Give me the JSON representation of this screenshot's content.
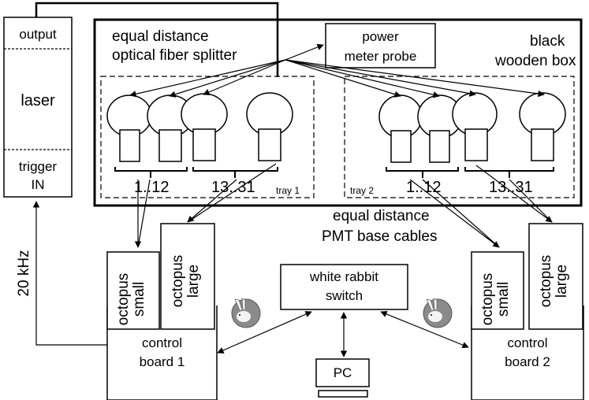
{
  "laser": {
    "output": "output",
    "name": "laser",
    "trigger_line1": "trigger",
    "trigger_line2": "IN"
  },
  "box": {
    "label_line1": "black",
    "label_line2": "wooden box",
    "splitter_line1": "equal distance",
    "splitter_line2": "optical fiber splitter",
    "power_meter_line1": "power",
    "power_meter_line2": "meter probe"
  },
  "trays": [
    {
      "name": "tray 1",
      "group_small": "1..12",
      "group_large": "13..31"
    },
    {
      "name": "tray 2",
      "group_small": "1..12",
      "group_large": "13..31"
    }
  ],
  "cables": {
    "line1": "equal distance",
    "line2": "PMT base cables"
  },
  "frequency": "20 kHz",
  "boards": [
    {
      "octopus_small_line1": "octopus",
      "octopus_small_line2": "small",
      "octopus_large_line1": "octopus",
      "octopus_large_line2": "large",
      "name_line1": "control",
      "name_line2": "board 1"
    },
    {
      "octopus_small_line1": "octopus",
      "octopus_small_line2": "small",
      "octopus_large_line1": "octopus",
      "octopus_large_line2": "large",
      "name_line1": "control",
      "name_line2": "board 2"
    }
  ],
  "switch": {
    "line1": "white rabbit",
    "line2": "switch"
  },
  "pc": "PC",
  "icons": [
    "white-rabbit-logo-icon"
  ]
}
